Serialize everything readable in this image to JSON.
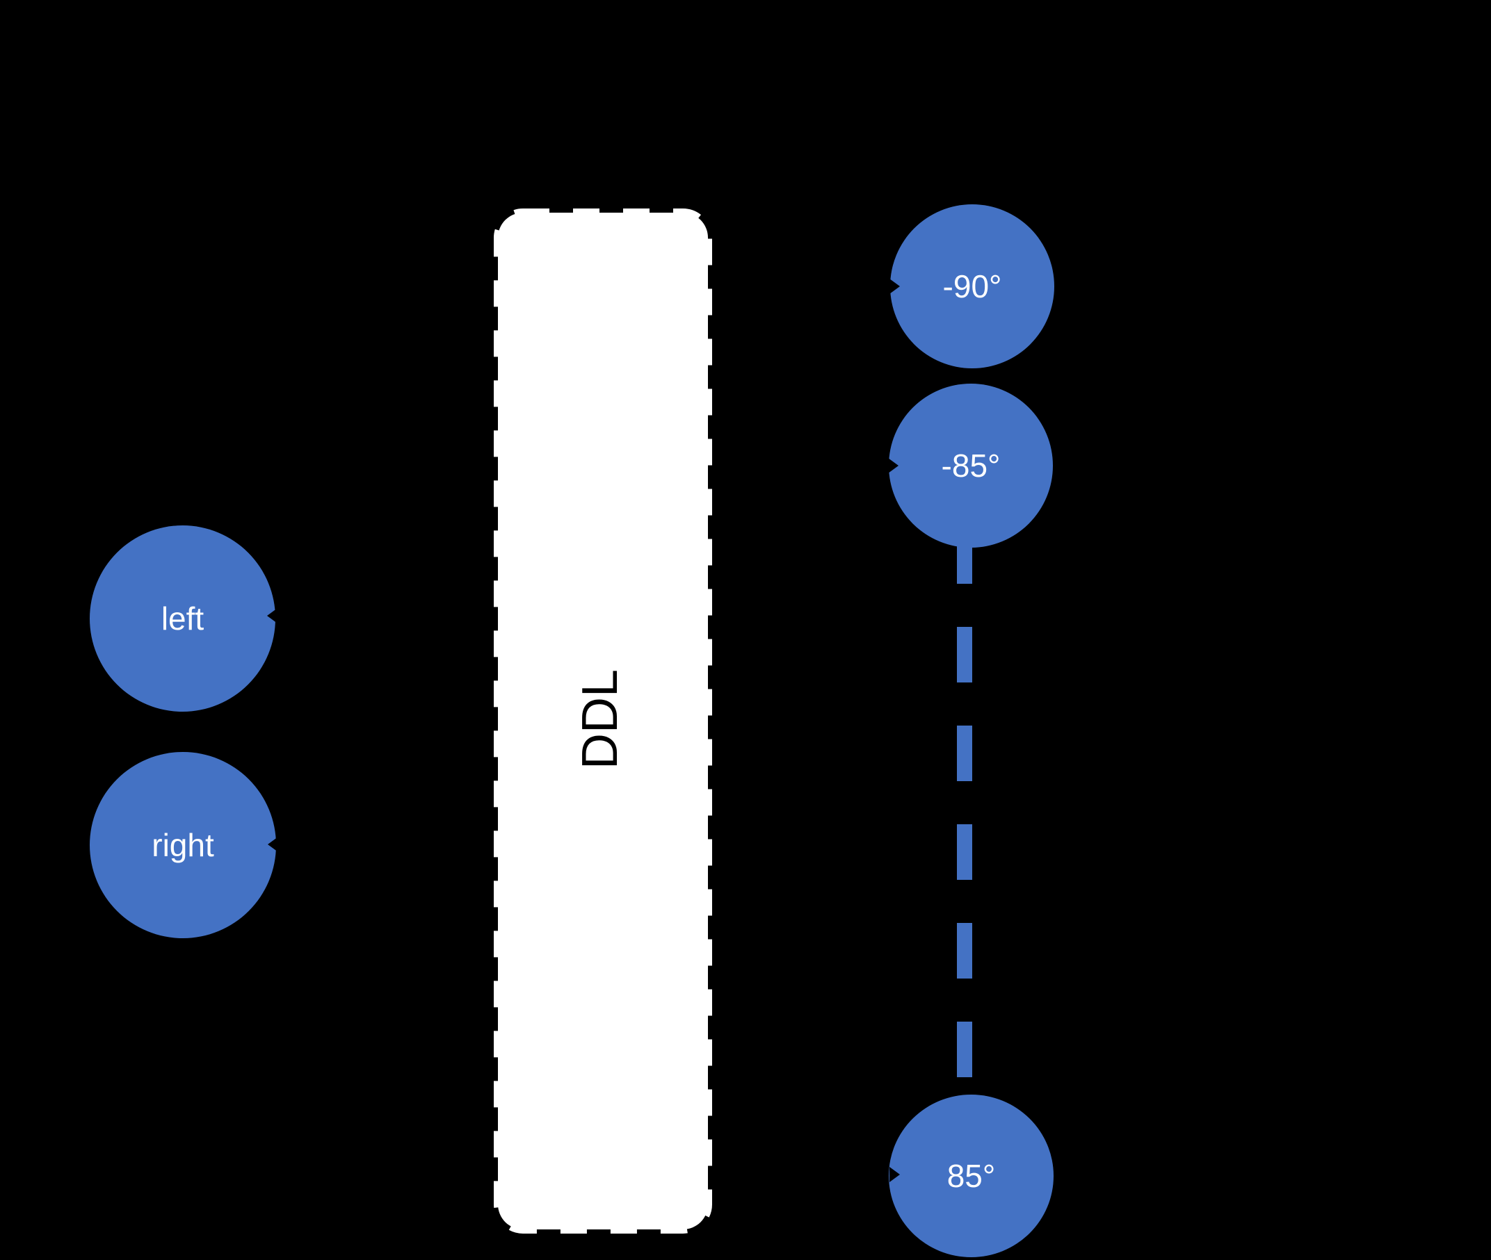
{
  "colors": {
    "background": "#000000",
    "node_fill": "#4472C4",
    "node_text": "#ffffff",
    "box_fill": "#ffffff",
    "box_border": "#ffffff",
    "box_text": "#000000",
    "connector": "#4472C4",
    "arrow_notch": "#000000"
  },
  "nodes": {
    "left": {
      "label": "left"
    },
    "right": {
      "label": "right"
    },
    "neg90": {
      "label": "-90°"
    },
    "neg85": {
      "label": "-85°"
    },
    "pos85": {
      "label": "85°"
    }
  },
  "ddl": {
    "label": "DDL"
  }
}
